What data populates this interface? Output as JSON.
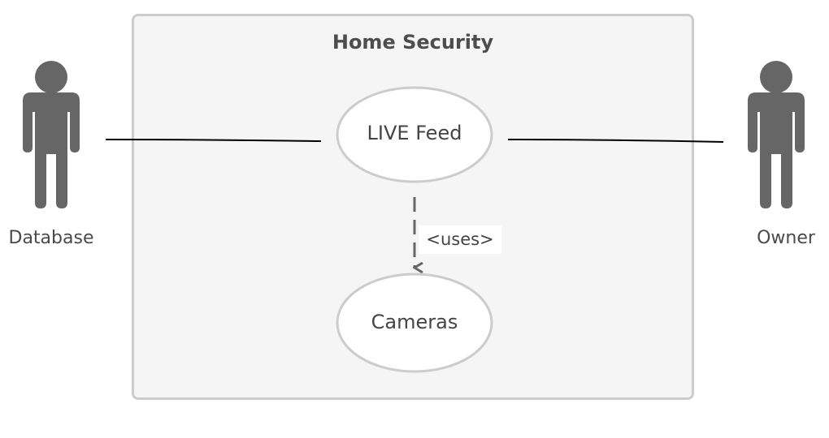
{
  "system": {
    "title": "Home Security"
  },
  "use_cases": {
    "live_feed": "LIVE Feed",
    "cameras": "Cameras"
  },
  "actors": {
    "left": "Database",
    "right": "Owner"
  },
  "relationship": {
    "label": "<uses>"
  },
  "colors": {
    "actor_fill": "#666666",
    "ellipse_fill": "#ffffff",
    "ellipse_stroke": "#cccccc",
    "box_fill": "#f5f5f5",
    "box_stroke": "#cccccc",
    "line": "#000000",
    "dashed": "#666666"
  }
}
